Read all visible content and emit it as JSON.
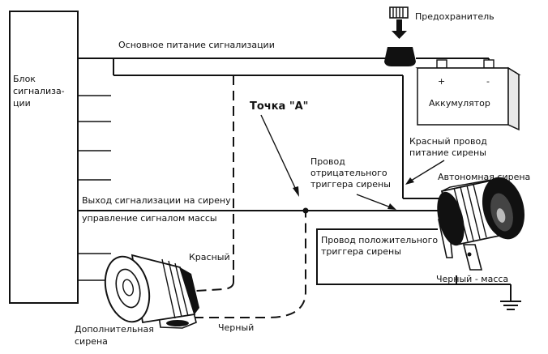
{
  "labels": {
    "fuse": "Предохранитель",
    "main_power": "Основное питание сигнализации",
    "alarm_unit_line1": "Блок",
    "alarm_unit_line2": "сигнализа-",
    "alarm_unit_line3": "ции",
    "battery_plus": "+",
    "battery_minus": "-",
    "battery": "Аккумулятор",
    "point_a": "Точка \"А\"",
    "red_wire_line1": "Красный провод",
    "red_wire_line2": "питание сирены",
    "neg_trigger_line1": "Провод",
    "neg_trigger_line2": "отрицательного",
    "neg_trigger_line3": "триггера сирены",
    "auto_siren": "Автономная сирена",
    "siren_output": "Выход сигнализации на сирену",
    "ground_control": "управление сигналом массы",
    "pos_trigger_line1": "Провод положительного",
    "pos_trigger_line2": "триггера сирены",
    "red": "Красный",
    "black_ground": "Черный - масса",
    "black": "Черный",
    "extra_siren_line1": "Дополнительная",
    "extra_siren_line2": "сирена"
  },
  "colors": {
    "line": "#111111",
    "background": "#ffffff"
  }
}
